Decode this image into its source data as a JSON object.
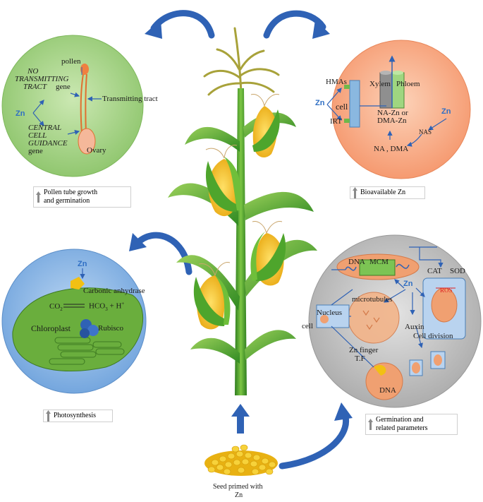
{
  "pollen_circle": {
    "pollen": "pollen",
    "no_transmitting_1": "NO",
    "no_transmitting_2": "TRANSMITTING",
    "no_transmitting_3": "TRACT",
    "gene": "gene",
    "zn": "Zn",
    "transmitting_tract": "Transmitting tract",
    "central_1": "CENTRAL",
    "central_2": "CELL",
    "central_3": "GUIDANCE",
    "gene2": "gene",
    "ovary": "Ovary",
    "caption_1": "Pollen tube growth",
    "caption_2": "and germination"
  },
  "bioavail_circle": {
    "hmas": "HMAs",
    "zn": "Zn",
    "cell": "cell",
    "irt": "IRT",
    "xylem": "Xylem",
    "phloem": "Phloem",
    "na_zn_1": "NA-Zn or",
    "na_zn_2": "DMA-Zn",
    "zn2": "Zn",
    "nas": "NAS",
    "na_dma": "NA , DMA",
    "caption": "Bioavailable Zn"
  },
  "photo_circle": {
    "zn": "Zn",
    "carbonic": "Carbonic anhydrase",
    "co2": "CO",
    "co2_sub": "2",
    "hco3": "HCO",
    "hco3_sub": "3",
    "hco3_rest": " + H",
    "hplus_sup": "+",
    "chloroplast": "Chloroplast",
    "rubisco": "Rubisco",
    "caption": "Photosynthesis"
  },
  "germ_circle": {
    "dna": "DNA",
    "mcm": "MCM",
    "cat": "CAT",
    "sod": "SOD",
    "zn": "Zn",
    "microtubules": "microtubules",
    "ros": "ROS",
    "nucleus": "Nucleus",
    "cell": "cell",
    "auxin": "Auxin",
    "cell_division": "Cell division",
    "zn_finger": "Zn finger",
    "tf": "T.F",
    "dna2": "DNA",
    "caption_1": "Germination and",
    "caption_2": "related parameters"
  },
  "seed": {
    "label_1": "Seed primed with",
    "label_2": "Zn"
  },
  "colors": {
    "arrow_blue": "#2f62b5",
    "green_circle": "#a9d38a",
    "orange_circle": "#f7b08a",
    "blue_circle": "#8db8e6",
    "grey_circle": "#c9c9c9",
    "maize_green": "#3f9a2a",
    "corn_yellow": "#f3c21b"
  },
  "icons": [
    "curved-arrow-icon",
    "up-arrow-icon",
    "maize-plant-icon",
    "corn-seed-pile-icon"
  ]
}
